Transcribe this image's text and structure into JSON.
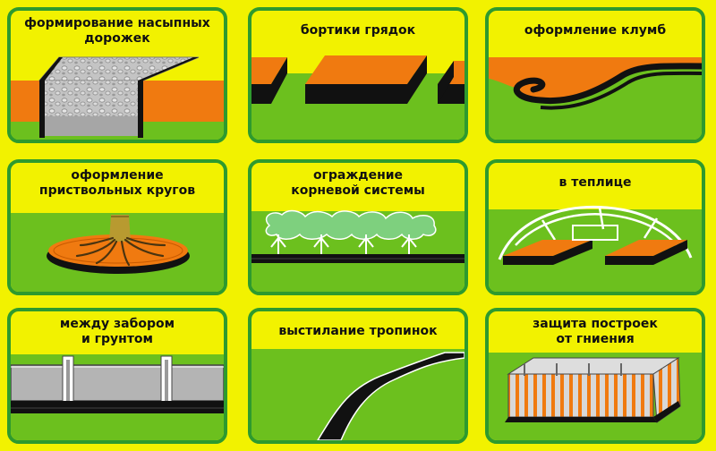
{
  "tiles": [
    {
      "line1": "формирование насыпных",
      "line2": "дорожек"
    },
    {
      "line1": "бортики грядок",
      "line2": ""
    },
    {
      "line1": "оформление клумб",
      "line2": ""
    },
    {
      "line1": "оформление",
      "line2": "приствольных кругов"
    },
    {
      "line1": "ограждение",
      "line2": "корневой системы"
    },
    {
      "line1": "в теплице",
      "line2": ""
    },
    {
      "line1": "между забором",
      "line2": "и грунтом"
    },
    {
      "line1": "выстилание тропинок",
      "line2": ""
    },
    {
      "line1": "защита построек",
      "line2": "от гниения"
    }
  ],
  "colors": {
    "background": "#f2f200",
    "frame": "#2e9a2e",
    "grass": "#6cc01e",
    "soil": "#f07a10",
    "tape": "#000000",
    "gravel": "#b8b8b8",
    "fence": "#b4b4b4",
    "foliage": "#7ed07e"
  }
}
